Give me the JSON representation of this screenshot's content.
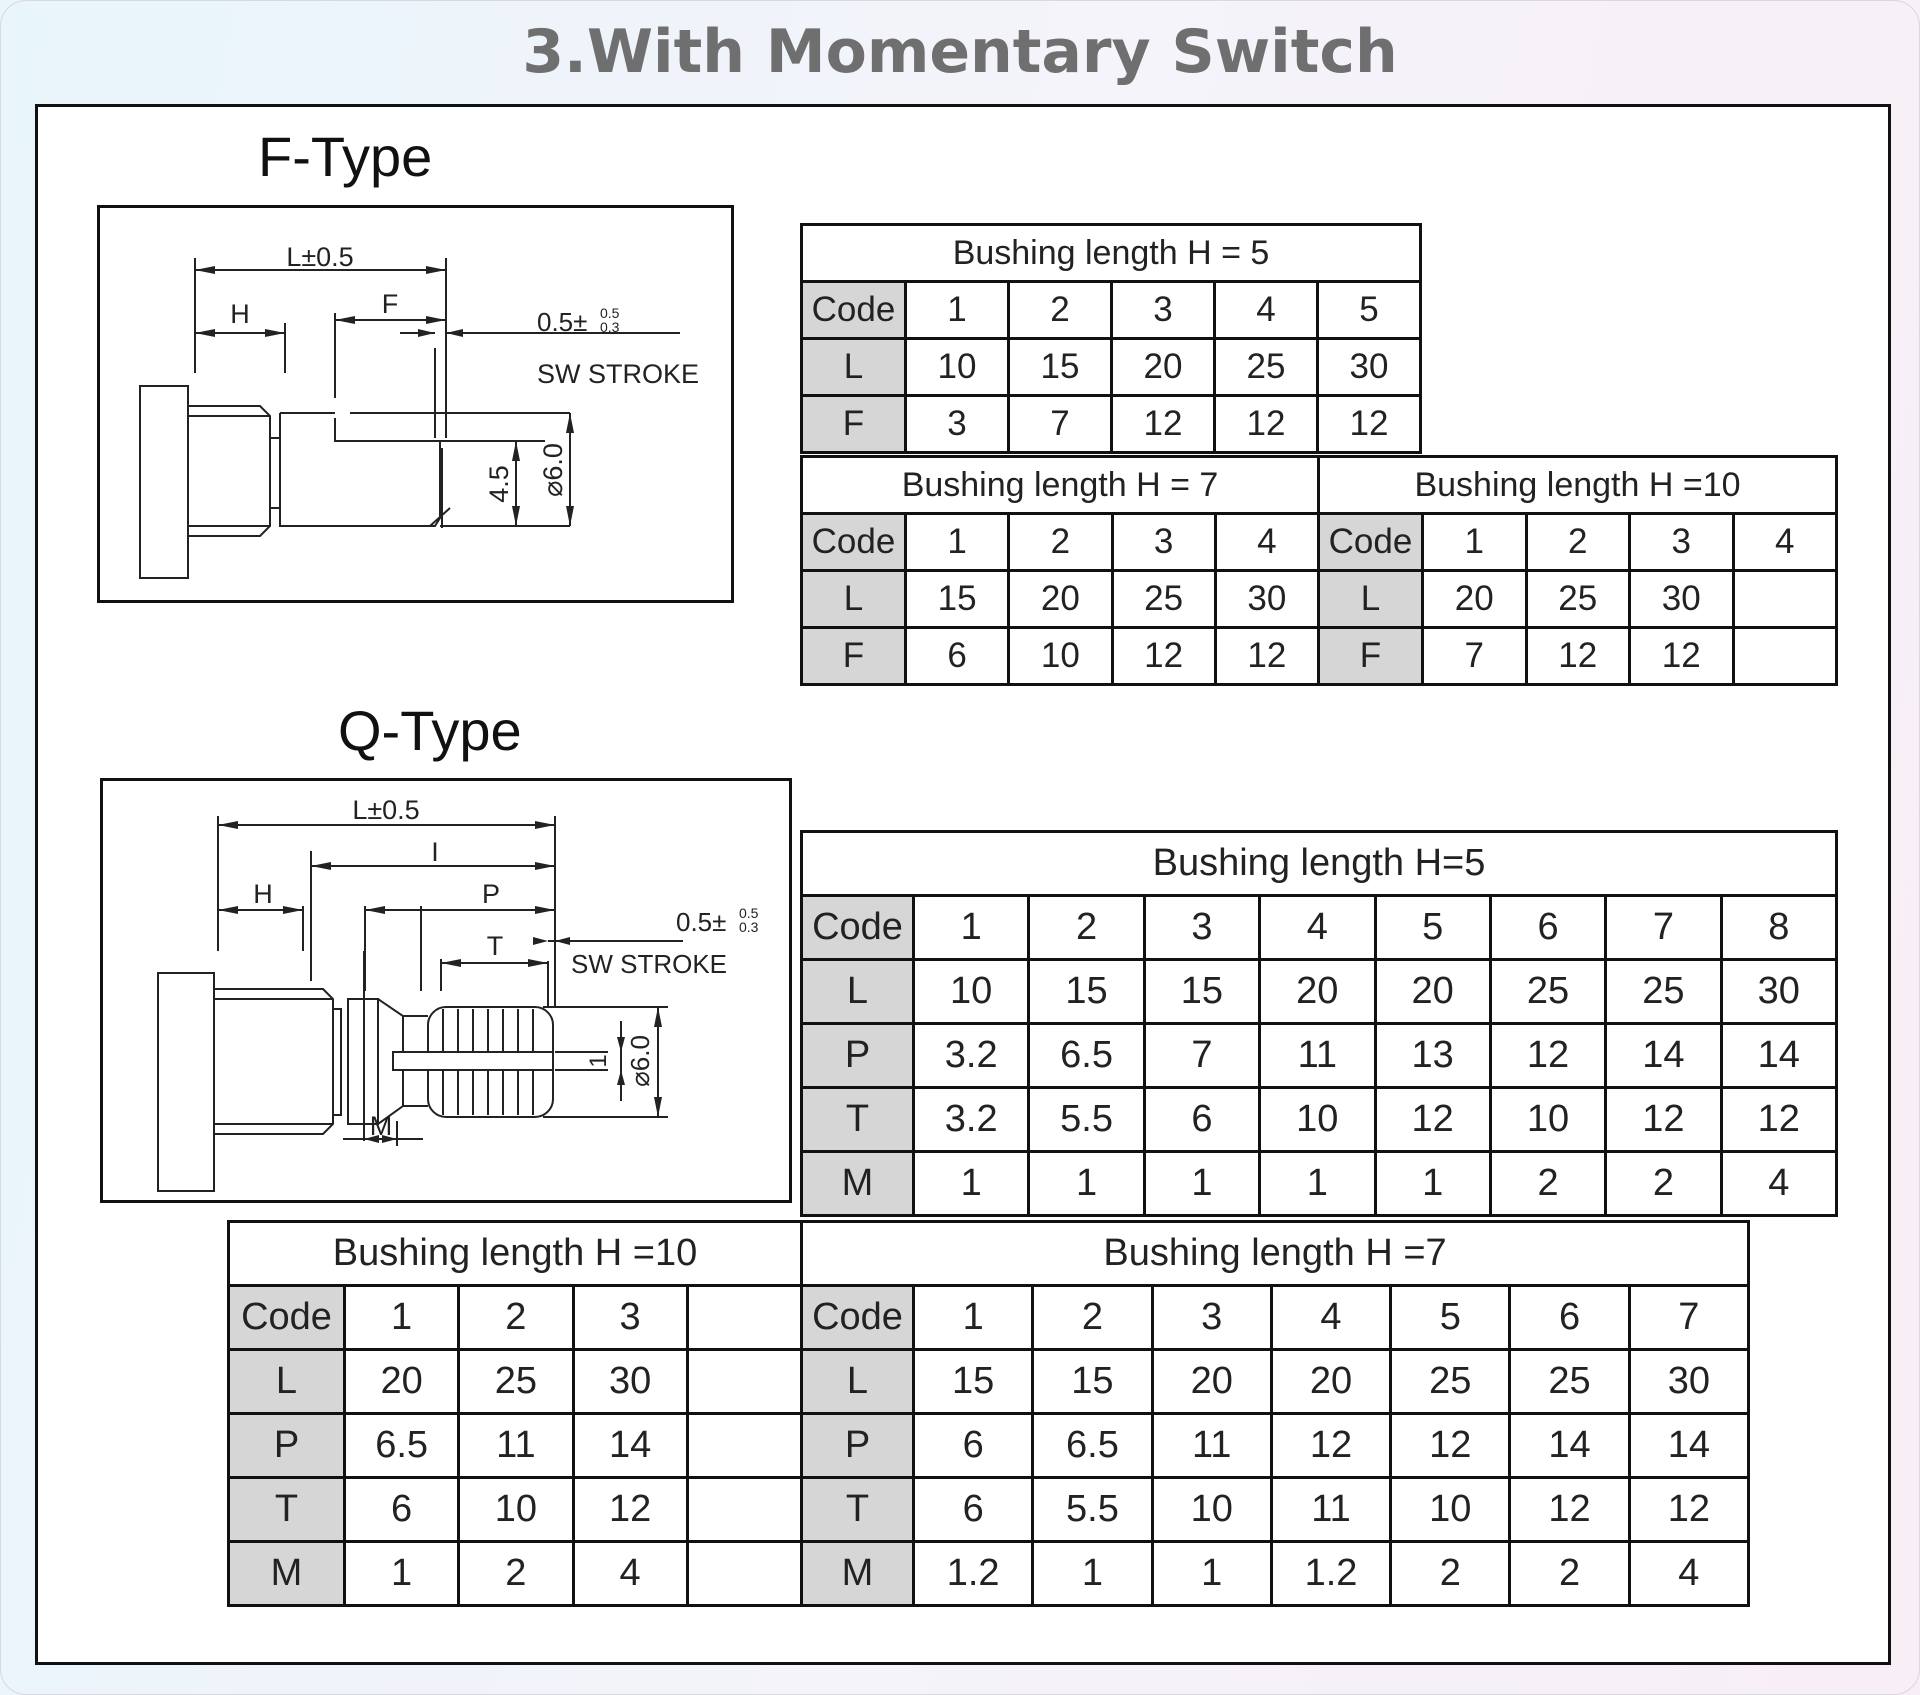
{
  "page": {
    "title": "3.With Momentary Switch"
  },
  "f_type": {
    "title": "F-Type",
    "labels": {
      "length": "L±0.5",
      "bushing": "H",
      "flat": "F",
      "stroke_value": "0.5±",
      "stroke_tol_upper": "0.5",
      "stroke_tol_lower": "0.3",
      "stroke": "SW STROKE",
      "dim_45": "4.5",
      "diameter": "⌀6.0"
    },
    "tables": {
      "h5": {
        "caption": "Bushing length H = 5",
        "rows": [
          [
            "Code",
            "1",
            "2",
            "3",
            "4",
            "5"
          ],
          [
            "L",
            "10",
            "15",
            "20",
            "25",
            "30"
          ],
          [
            "F",
            "3",
            "7",
            "12",
            "12",
            "12"
          ]
        ]
      },
      "h7": {
        "caption": "Bushing length H = 7",
        "rows": [
          [
            "Code",
            "1",
            "2",
            "3",
            "4"
          ],
          [
            "L",
            "15",
            "20",
            "25",
            "30"
          ],
          [
            "F",
            "6",
            "10",
            "12",
            "12"
          ]
        ]
      },
      "h10": {
        "caption": "Bushing length H =10",
        "rows": [
          [
            "Code",
            "1",
            "2",
            "3",
            "4"
          ],
          [
            "L",
            "20",
            "25",
            "30",
            ""
          ],
          [
            "F",
            "7",
            "12",
            "12",
            ""
          ]
        ]
      }
    }
  },
  "q_type": {
    "title": "Q-Type",
    "labels": {
      "length": "L±0.5",
      "inner": "I",
      "bushing": "H",
      "p": "P",
      "t": "T",
      "m": "M",
      "stroke_value": "0.5±",
      "stroke_tol_upper": "0.5",
      "stroke_tol_lower": "0.3",
      "stroke": "SW STROKE",
      "dim_1": "1",
      "diameter": "⌀6.0"
    },
    "tables": {
      "h5": {
        "caption": "Bushing length H=5",
        "rows": [
          [
            "Code",
            "1",
            "2",
            "3",
            "4",
            "5",
            "6",
            "7",
            "8"
          ],
          [
            "L",
            "10",
            "15",
            "15",
            "20",
            "20",
            "25",
            "25",
            "30"
          ],
          [
            "P",
            "3.2",
            "6.5",
            "7",
            "11",
            "13",
            "12",
            "14",
            "14"
          ],
          [
            "T",
            "3.2",
            "5.5",
            "6",
            "10",
            "12",
            "10",
            "12",
            "12"
          ],
          [
            "M",
            "1",
            "1",
            "1",
            "1",
            "1",
            "2",
            "2",
            "4"
          ]
        ]
      },
      "h10": {
        "caption": "Bushing length H =10",
        "rows": [
          [
            "Code",
            "1",
            "2",
            "3",
            ""
          ],
          [
            "L",
            "20",
            "25",
            "30",
            ""
          ],
          [
            "P",
            "6.5",
            "11",
            "14",
            ""
          ],
          [
            "T",
            "6",
            "10",
            "12",
            ""
          ],
          [
            "M",
            "1",
            "2",
            "4",
            ""
          ]
        ]
      },
      "h7": {
        "caption": "Bushing length H =7",
        "rows": [
          [
            "Code",
            "1",
            "2",
            "3",
            "4",
            "5",
            "6",
            "7"
          ],
          [
            "L",
            "15",
            "15",
            "20",
            "20",
            "25",
            "25",
            "30"
          ],
          [
            "P",
            "6",
            "6.5",
            "11",
            "12",
            "12",
            "14",
            "14"
          ],
          [
            "T",
            "6",
            "5.5",
            "10",
            "11",
            "10",
            "12",
            "12"
          ],
          [
            "M",
            "1.2",
            "1",
            "1",
            "1.2",
            "2",
            "2",
            "4"
          ]
        ]
      }
    }
  }
}
